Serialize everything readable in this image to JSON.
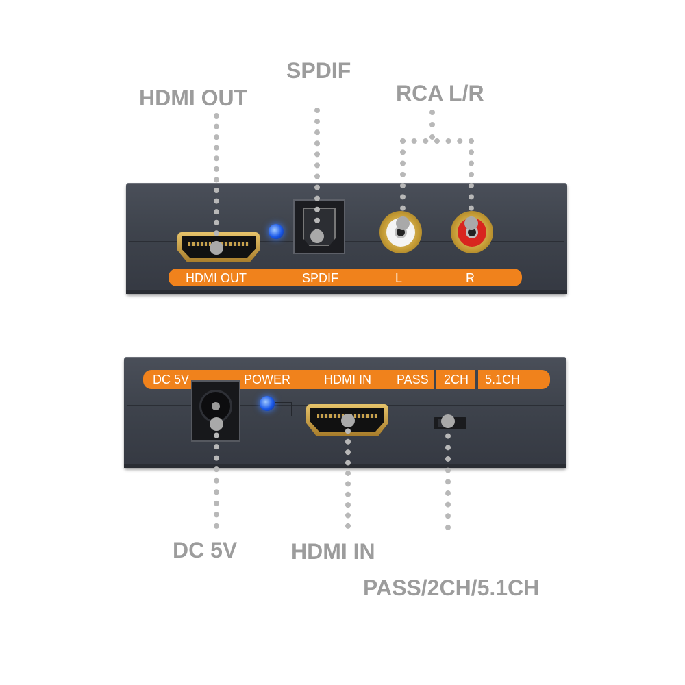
{
  "callouts": {
    "hdmi_out": "HDMI OUT",
    "spdif": "SPDIF",
    "rca": "RCA L/R",
    "dc5v": "DC 5V",
    "hdmi_in": "HDMI IN",
    "mode": "PASS/2CH/5.1CH"
  },
  "top_panel": {
    "labels": [
      "HDMI OUT",
      "SPDIF",
      "L",
      "R"
    ]
  },
  "bottom_panel": {
    "labels": [
      "DC 5V",
      "POWER",
      "HDMI IN",
      "PASS",
      "2CH",
      "5.1CH"
    ]
  },
  "colors": {
    "label_strip": "#f0821c",
    "callout_text": "#9c9c9c",
    "panel": "#40444d",
    "led": "#1a58e8"
  }
}
